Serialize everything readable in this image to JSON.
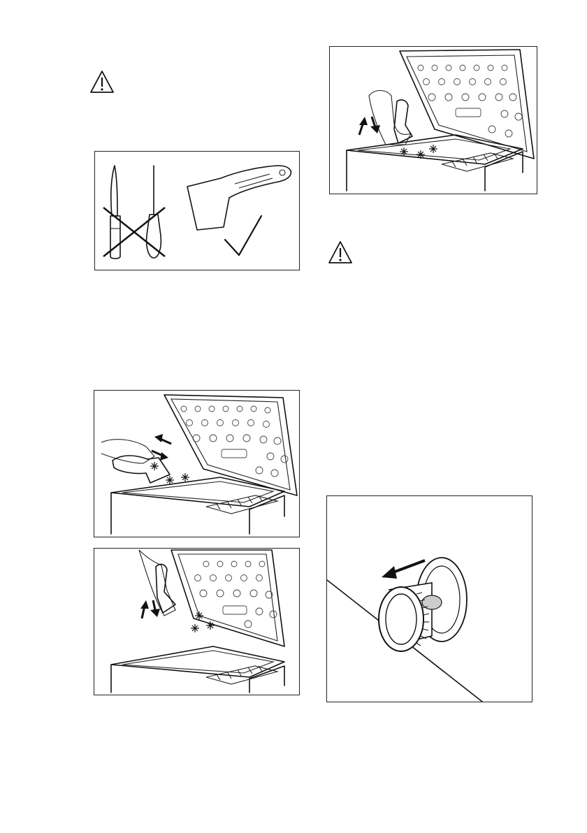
{
  "page": {
    "background": "#ffffff",
    "ink": "#111111"
  },
  "icons": {
    "warning_left": "warning-triangle-icon",
    "warning_right": "warning-triangle-icon",
    "cross": "cross-mark-icon",
    "check": "check-mark-icon",
    "arrows": "double-arrow-icon",
    "frost": "frost-star-icon"
  },
  "figures": [
    {
      "name": "tools-figure",
      "depicts": "knife-screwdriver-crossed-scraper-checked"
    },
    {
      "name": "scrape-lid-figure",
      "depicts": "scraper-on-freezer-lid"
    },
    {
      "name": "scrape-rim-figure",
      "depicts": "scraper-on-freezer-rim"
    },
    {
      "name": "scrape-inner-lid-figure",
      "depicts": "scraper-on-inner-lid"
    },
    {
      "name": "drain-plug-figure",
      "depicts": "drain-plug-removal"
    }
  ]
}
